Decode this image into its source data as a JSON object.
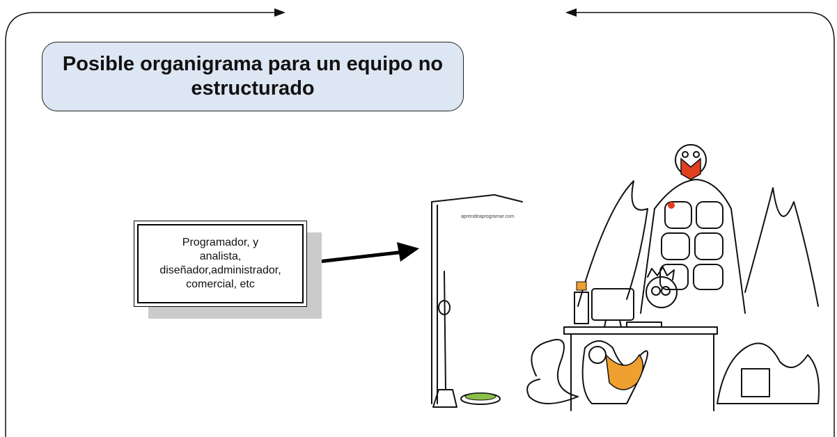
{
  "title": "Posible organigrama para un equipo no estructurado",
  "note": {
    "text": "Programador, y\nanalista,\ndiseñador,administrador,\ncomercial, etc"
  },
  "illustration": {
    "website_label": "aprendeaprogramar.com"
  },
  "colors": {
    "title_fill": "#dde6f3",
    "shadow": "#cbcbcb",
    "line": "#111111",
    "cartoon_orange": "#f0a030",
    "book_red": "#e04020",
    "plant_green": "#8bbf4a"
  }
}
